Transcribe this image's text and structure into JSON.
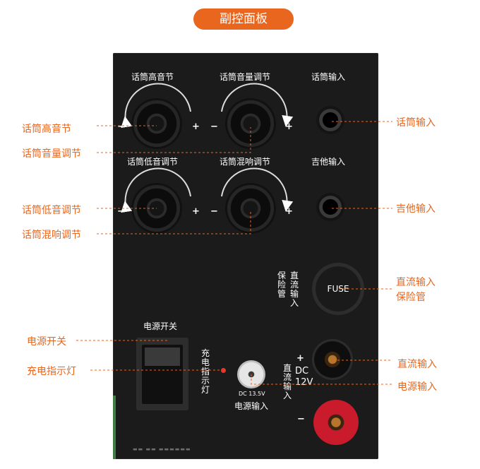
{
  "title": "副控面板",
  "panel_labels": {
    "mic_treble": "话筒高音节",
    "mic_volume": "话筒音量调节",
    "mic_input": "话筒输入",
    "mic_bass": "话筒低音调节",
    "mic_reverb": "话筒混响调节",
    "guitar_input": "吉他输入",
    "fuse_group": "保险管",
    "fuse_dc": "直流输入",
    "fuse": "FUSE",
    "power_switch": "电源开关",
    "charge_indicator": "充电指示灯",
    "dc_spec": "DC 13.5V",
    "dc_power_input": "电源输入",
    "dc_input_vertical": "直流输入",
    "dc12v": "DC 12V",
    "plus": "+",
    "minus": "−",
    "plus_small": "+",
    "minus_small": "−",
    "fine_print": "▬▬ ▬▬ ▬▬▬▬▬▬"
  },
  "callouts": {
    "mic_treble": "话筒高音节",
    "mic_volume": "话筒音量调节",
    "mic_input": "话筒输入",
    "mic_bass": "话筒低音调节",
    "guitar_input": "吉他输入",
    "mic_reverb": "话筒混响调节",
    "dc_fuse_line1": "直流输入",
    "dc_fuse_line2": "保险管",
    "power_switch": "电源开关",
    "dc_input": "直流输入",
    "charge_indicator": "充电指示灯",
    "power_input": "电源输入"
  },
  "colors": {
    "accent": "#e8661e",
    "panel": "#1b1b1b",
    "led": "#e53a2b",
    "red_terminal": "#c91b2c"
  }
}
